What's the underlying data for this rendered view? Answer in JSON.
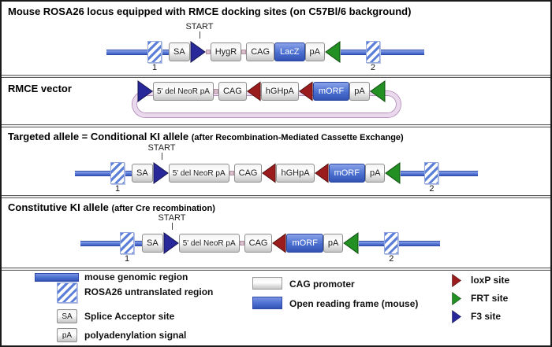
{
  "colors": {
    "genomic_blue": "#5e7fd9",
    "orf_blue": "#4a6fd0",
    "loxp_red": "#9b1c1c",
    "frt_green": "#229022",
    "f3_navy": "#28289a",
    "plasmid_pink": "#ead9ec"
  },
  "sections": {
    "rosa_locus": {
      "title": "Mouse ROSA26 locus equipped with RMCE docking sites (on C57Bl/6 background)",
      "start_label": "START",
      "exon1": "1",
      "exon2": "2",
      "boxes": {
        "sa": "SA",
        "hygr": "HygR",
        "cag": "CAG",
        "lacz": "LacZ",
        "pa": "pA"
      }
    },
    "rmce_vector": {
      "title": "RMCE vector",
      "boxes": {
        "neor": "5' del NeoR pA",
        "cag": "CAG",
        "hghpa": "hGHpA",
        "morf": "mORF",
        "pa": "pA"
      }
    },
    "targeted": {
      "title": "Targeted allele = Conditional KI allele",
      "subtitle": "(after Recombination-Mediated Cassette Exchange)",
      "start_label": "START",
      "exon1": "1",
      "exon2": "2",
      "boxes": {
        "sa": "SA",
        "neor": "5' del NeoR pA",
        "cag": "CAG",
        "hghpa": "hGHpA",
        "morf": "mORF",
        "pa": "pA"
      }
    },
    "constitutive": {
      "title": "Constitutive KI allele",
      "subtitle": "(after Cre recombination)",
      "start_label": "START",
      "exon1": "1",
      "exon2": "2",
      "boxes": {
        "sa": "SA",
        "neor": "5' del NeoR pA",
        "cag": "CAG",
        "morf": "mORF",
        "pa": "pA"
      }
    },
    "legend": {
      "genomic": "mouse genomic region",
      "rosa26": "ROSA26 untranslated region",
      "sa_swatch": "SA",
      "sa": "Splice Acceptor site",
      "pa_swatch": "pA",
      "pa": "polyadenylation signal",
      "cag": "CAG promoter",
      "orf": "Open reading frame (mouse)",
      "loxp": "loxP site",
      "frt": "FRT site",
      "f3": "F3 site"
    }
  }
}
